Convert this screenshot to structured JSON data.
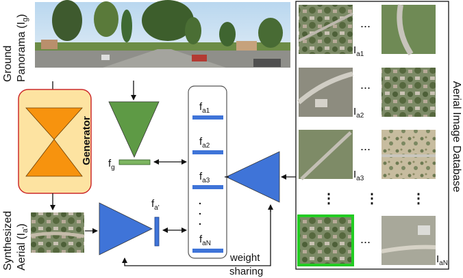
{
  "labels": {
    "ground_panorama_line1": "Ground",
    "ground_panorama_line2": "Panorama (I",
    "ground_panorama_sub": "g",
    "ground_panorama_close": ")",
    "generator": "Generator",
    "synth_line1": "Synthesized",
    "synth_line2": "Aerial (I",
    "synth_sub": "a'",
    "synth_close": ")",
    "f_g": "f",
    "f_g_sub": "g",
    "f_a_prime": "f",
    "f_a_prime_sub": "a'",
    "weight_line1": "weight",
    "weight_line2": "sharing",
    "database_title": "Aerial Image Database",
    "ellipsis": "...",
    "vdots": "⋮"
  },
  "feature_list": [
    {
      "main": "f",
      "sub": "a1"
    },
    {
      "main": "f",
      "sub": "a2"
    },
    {
      "main": "f",
      "sub": "a3"
    },
    {
      "main": "f",
      "sub": "aN"
    }
  ],
  "database_rows": [
    {
      "main": "I",
      "sub": "a1"
    },
    {
      "main": "I",
      "sub": "a2"
    },
    {
      "main": "I",
      "sub": "a3"
    },
    {
      "main": "I",
      "sub": "aN"
    }
  ],
  "colors": {
    "generator_fill": "#fde3a1",
    "generator_border": "#cc2a2a",
    "generator_shape": "#f7930e",
    "green_net": "#5e9a45",
    "blue_net": "#3f74d8",
    "match_border": "#22cc22"
  }
}
